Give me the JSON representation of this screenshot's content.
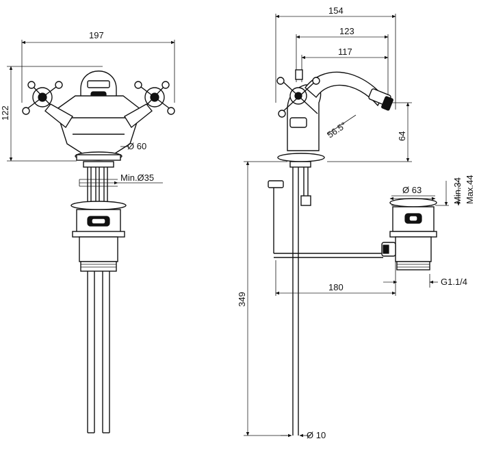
{
  "colors": {
    "line": "#111111",
    "background": "#ffffff"
  },
  "front_view": {
    "width_label": "197",
    "height_label": "122",
    "base_diameter_label": "Ø 60",
    "hole_label": "Min.Ø35"
  },
  "side_view": {
    "overall_label": "154",
    "reach_label": "123",
    "spout_label": "117",
    "angle_label": "56.5°",
    "spout_height_label": "64",
    "total_height_label": "349",
    "rod_label": "180",
    "rod_diameter_label": "Ø 10"
  },
  "waste_detail": {
    "diameter_label": "Ø 63",
    "min_label": "Min.34",
    "max_label": "Max.44",
    "thread_label": "G1.1/4"
  }
}
